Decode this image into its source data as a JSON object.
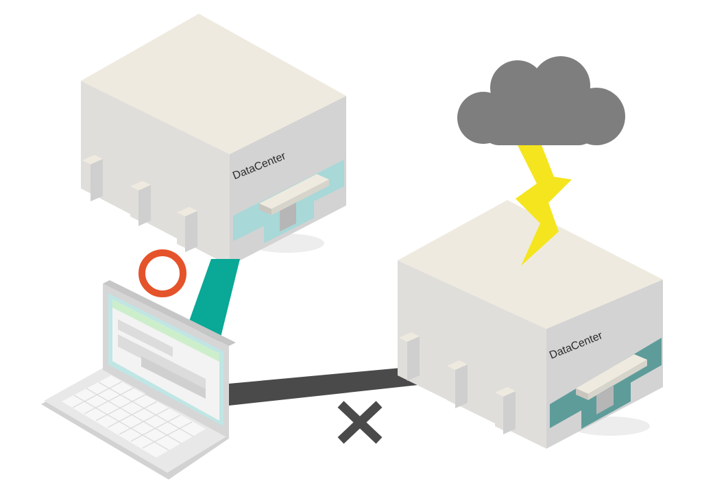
{
  "diagram": {
    "primary_datacenter": {
      "label": "DataCenter",
      "status": "connected",
      "window_color": "#a8d8d8"
    },
    "backup_datacenter": {
      "label": "DataCenter",
      "status": "disrupted",
      "window_color": "#5e9c9a"
    },
    "link_ok": {
      "color": "#0aa896",
      "marker": "circle-ok",
      "marker_color": "#e5532a"
    },
    "link_failed": {
      "color": "#4a4a4a",
      "marker": "cross-fail",
      "marker_color": "#4a4a4a"
    },
    "storm": {
      "cloud_color": "#7e7e7e",
      "lightning_color": "#f5e51e"
    },
    "client": {
      "device": "laptop",
      "screen_header_color": "#cdeecb"
    }
  }
}
